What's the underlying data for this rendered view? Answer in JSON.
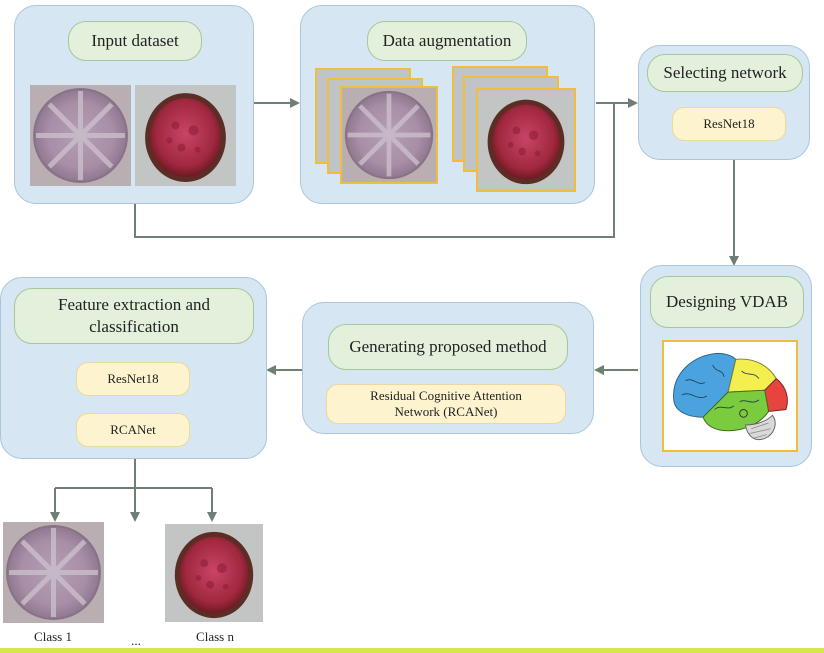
{
  "input_panel": {
    "title": "Input dataset"
  },
  "augment_panel": {
    "title": "Data augmentation"
  },
  "select_panel": {
    "title": "Selecting network",
    "network": "ResNet18"
  },
  "vdab_panel": {
    "title": "Designing VDAB"
  },
  "generate_panel": {
    "title": "Generating proposed method",
    "method": "Residual Cognitive Attention Network (RCANet)"
  },
  "feature_panel": {
    "title": "Feature extraction and classification",
    "models": [
      "ResNet18",
      "RCANet"
    ]
  },
  "outputs": {
    "class_first": "Class 1",
    "ellipsis": "...",
    "class_last": "Class n"
  },
  "colors": {
    "panel": "#d6e6f2",
    "pill": "#e3f1dc",
    "model_box": "#fdf3cf",
    "frame": "#f2bd3a",
    "arrow": "#6f7f74"
  }
}
